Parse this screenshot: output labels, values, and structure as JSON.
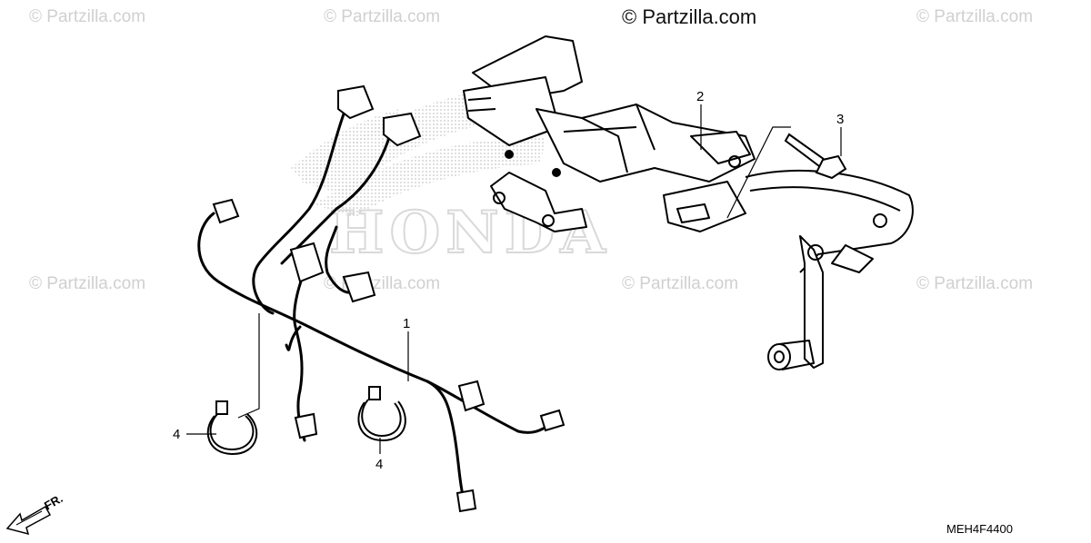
{
  "watermarks": {
    "main": "© Partzilla.com",
    "faint": "© Partzilla.com"
  },
  "brand_mark": "HONDA",
  "callouts": {
    "part_1": "1",
    "part_2": "2",
    "part_3": "3",
    "part_4a": "4",
    "part_4b": "4"
  },
  "direction_label": "FR.",
  "diagram_code": "MEH4F4400"
}
